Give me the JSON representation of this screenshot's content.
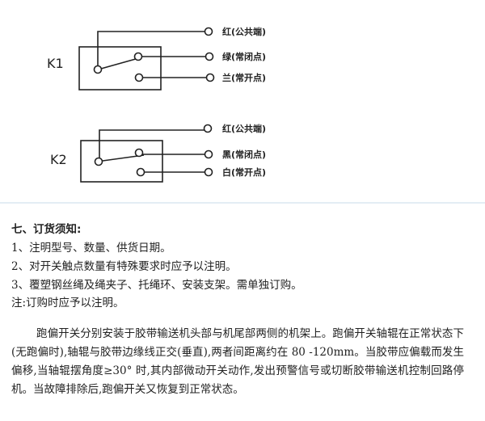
{
  "diagram": {
    "k1": {
      "label": "K1",
      "wires": [
        "红(公共端)",
        "绿(常闭点)",
        "兰(常开点)"
      ]
    },
    "k2": {
      "label": "K2",
      "wires": [
        "红(公共端)",
        "黑(常闭点)",
        "白(常开点)"
      ]
    }
  },
  "ordering": {
    "heading": "七、订货须知:",
    "items": [
      "1、注明型号、数量、供货日期。",
      "2、对开关触点数量有特殊要求时应予以注明。",
      "3、覆塑钢丝绳及绳夹子、托绳环、安装支架。需单独订购。"
    ],
    "note": "注:订购时应予以注明。"
  },
  "description": "跑偏开关分别安装于胶带输送机头部与机尾部两侧的机架上。跑偏开关轴辊在正常状态下(无跑偏时),轴辊与胶带边缘线正交(垂直),两者间距离约在 80 -120mm。当胶带应偏载而发生偏移,当轴辊摆角度≥30° 时,其内部微动开关动作,发出预警信号或切断胶带输送机控制回路停机。当故障排除后,跑偏开关又恢复到正常状态。"
}
